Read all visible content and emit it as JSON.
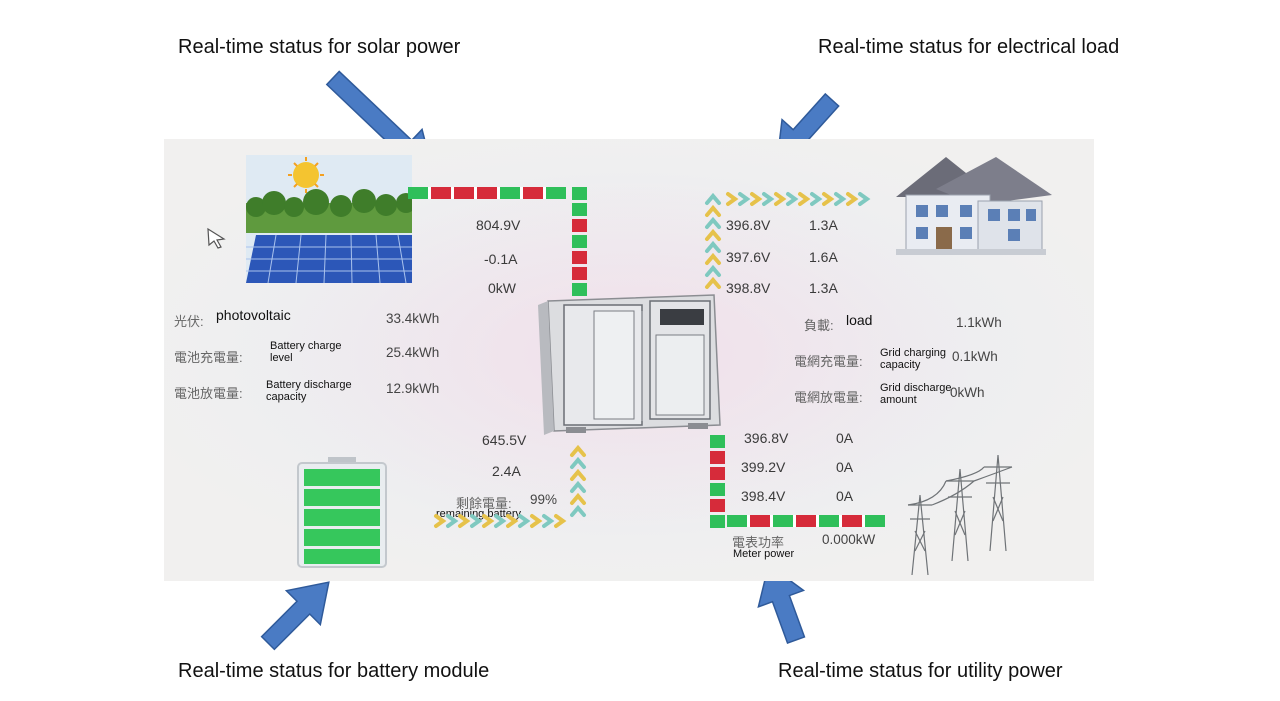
{
  "callouts": {
    "solar": "Real-time status for solar power",
    "load": "Real-time status for electrical load",
    "battery": "Real-time status for battery module",
    "utility": "Real-time status for utility power"
  },
  "solar": {
    "voltage": "804.9V",
    "current": "-0.1A",
    "power": "0kW"
  },
  "load_phases": [
    {
      "voltage": "396.8V",
      "current": "1.3A"
    },
    {
      "voltage": "397.6V",
      "current": "1.6A"
    },
    {
      "voltage": "398.8V",
      "current": "1.3A"
    }
  ],
  "energy_left": {
    "photovoltaic": {
      "cn": "光伏:",
      "en": "photovoltaic",
      "value": "33.4kWh"
    },
    "charge": {
      "cn": "電池充電量:",
      "en": "Battery charge level",
      "value": "25.4kWh"
    },
    "discharge": {
      "cn": "電池放電量:",
      "en": "Battery discharge capacity",
      "value": "12.9kWh"
    }
  },
  "energy_right": {
    "load": {
      "cn": "負載:",
      "en": "load",
      "value": "1.1kWh"
    },
    "grid_charge": {
      "cn": "電網充電量:",
      "en": "Grid charging capacity",
      "value": "0.1kWh"
    },
    "grid_discharge": {
      "cn": "電網放電量:",
      "en": "Grid discharge amount",
      "value": "0kWh"
    }
  },
  "battery": {
    "voltage": "645.5V",
    "current": "2.4A",
    "remaining_cn": "剩餘電量:",
    "remaining_value": "99%",
    "remaining_en": "remaining battery",
    "level_fraction": 0.99
  },
  "grid_phases": [
    {
      "voltage": "396.8V",
      "current": "0A"
    },
    {
      "voltage": "399.2V",
      "current": "0A"
    },
    {
      "voltage": "398.4V",
      "current": "0A"
    }
  ],
  "meter": {
    "cn": "電表功率",
    "en": "Meter power",
    "value": "0.000kW"
  },
  "colors": {
    "flow_green": "#2fbf5a",
    "flow_red": "#d62b3a",
    "arrow_blue": "#4a7bc4",
    "chevron_yellow": "#e6c24a",
    "chevron_teal": "#7fc9c0",
    "battery_green": "#36c75c"
  }
}
